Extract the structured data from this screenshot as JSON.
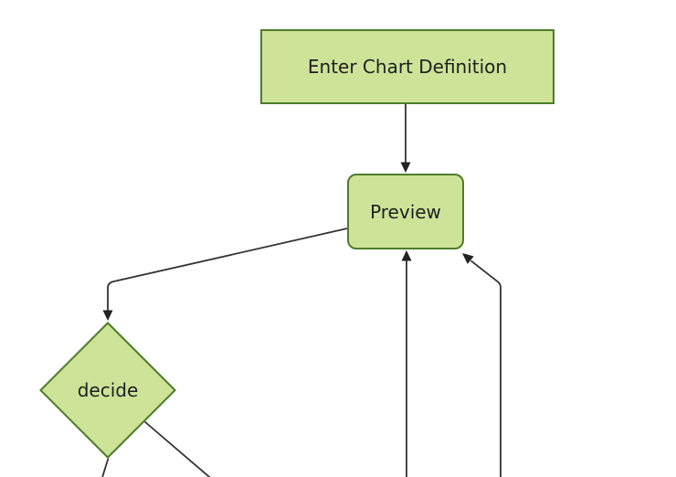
{
  "diagram": {
    "type": "flowchart",
    "orientation": "top-down",
    "nodes": [
      {
        "id": "enter-chart-definition",
        "label": "Enter Chart Definition",
        "shape": "rectangle"
      },
      {
        "id": "preview",
        "label": "Preview",
        "shape": "rounded-rectangle"
      },
      {
        "id": "decide",
        "label": "decide",
        "shape": "diamond"
      }
    ],
    "edges": [
      {
        "from": "enter-chart-definition",
        "to": "preview",
        "arrowhead": true
      },
      {
        "from": "preview",
        "to": "decide",
        "arrowhead": true
      },
      {
        "from": "offscreen-bottom-center",
        "to": "preview",
        "arrowhead": true
      },
      {
        "from": "offscreen-bottom-right",
        "to": "preview",
        "arrowhead": true
      },
      {
        "from": "decide",
        "to": "offscreen-bottom-left",
        "arrowhead": false
      },
      {
        "from": "decide",
        "to": "offscreen-bottom-right",
        "arrowhead": false
      }
    ]
  },
  "theme": {
    "background": "#ffffff",
    "node-fill": "#cde498",
    "node-border": "#4d7c2b",
    "edge-color": "#333333",
    "arrow-color": "#222222",
    "text-color": "#1f1f1f"
  }
}
